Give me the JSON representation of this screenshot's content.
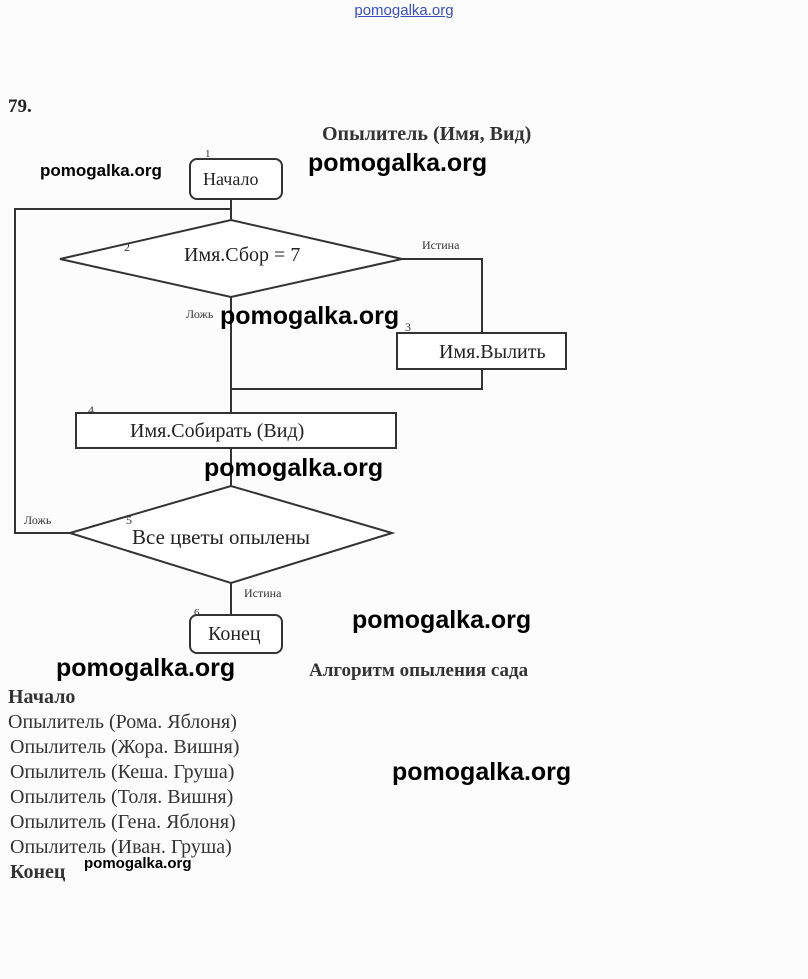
{
  "site_header": "pomogalka.org",
  "problem_number": "79.",
  "flowchart": {
    "title": "Опылитель (Имя, Вид)",
    "start": {
      "num": "1",
      "label": "Начало"
    },
    "decision1": {
      "num": "2",
      "label": "Имя.Сбор = 7",
      "true_label": "Истина",
      "false_label": "Ложь"
    },
    "process3": {
      "num": "3",
      "label": "Имя.Вылить"
    },
    "process4": {
      "num": "4",
      "label": "Имя.Собирать (Вид)"
    },
    "decision5": {
      "num": "5",
      "label": "Все цветы опылены",
      "true_label": "Истина",
      "false_label": "Ложь"
    },
    "end": {
      "num": "6",
      "label": "Конец"
    }
  },
  "algorithm": {
    "title": "Алгоритм опыления сада",
    "lines": [
      "Начало",
      "Опылитель (Рома. Яблоня)",
      "Опылитель (Жора. Вишня)",
      "Опылитель (Кеша. Груша)",
      "Опылитель (Толя. Вишня)",
      "Опылитель (Гена. Яблоня)",
      "Опылитель (Иван. Груша)",
      "Конец"
    ]
  },
  "watermark": "pomogalka.org",
  "colors": {
    "link": "#3a4fc0",
    "line": "#333333"
  }
}
